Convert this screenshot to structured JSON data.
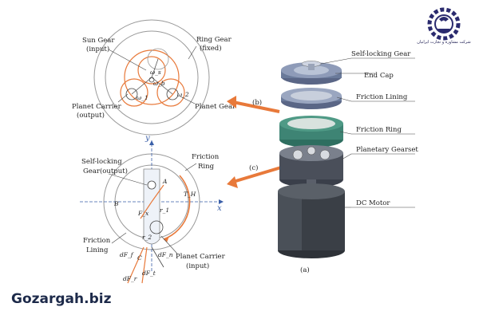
{
  "panel_b": {
    "tag": "(b)",
    "sun_gear": "Sun Gear",
    "sun_gear_role": "(input)",
    "ring_gear": "Ring Gear",
    "ring_gear_role": "(fixed)",
    "planet_carrier": "Planet Carrier",
    "planet_carrier_role": "(output)",
    "planet_gear": "Planet Gear",
    "omega_s": "ω_s",
    "omega_1": "ω_1",
    "omega_2": "ω_2",
    "omega_b": "ω_b"
  },
  "panel_c": {
    "tag": "(c)",
    "self_locking_gear": "Self-locking",
    "self_locking_gear_2": "Gear(output)",
    "friction_ring": "Friction",
    "friction_ring_2": "Ring",
    "friction_lining": "Friction",
    "friction_lining_2": "Lining",
    "planet_carrier": "Planet Carrier",
    "planet_carrier_role": "(input)",
    "axis_x": "x",
    "axis_y": "y",
    "sym_A": "A",
    "sym_B": "B",
    "sym_C": "C",
    "sym_T": "T_H",
    "sym_F": "F_x",
    "sym_r1": "r_1",
    "sym_r2": "r_2",
    "sym_dF": "dF_f",
    "sym_dFn": "dF_n",
    "sym_dFr": "dF_r",
    "sym_dFt": "dF_t"
  },
  "panel_a": {
    "tag": "(a)",
    "self_locking_gear": "Self-locking Gear",
    "end_cap": "End Cap",
    "friction_lining": "Friction Lining",
    "friction_ring": "Friction Ring",
    "planetary_gearset": "Planetary Gearset",
    "dc_motor": "DC Motor"
  },
  "watermark": "Gozargah.biz",
  "logo_text": "شرکت مشاوره و تجارت ایرانیان",
  "colors": {
    "accent_orange": "#e8793a",
    "friction_ring_green": "#4f9a86",
    "metal_blue": "#6a7a9a",
    "axis_blue": "#3a5fa8",
    "logo_purple": "#2a2a6e"
  }
}
